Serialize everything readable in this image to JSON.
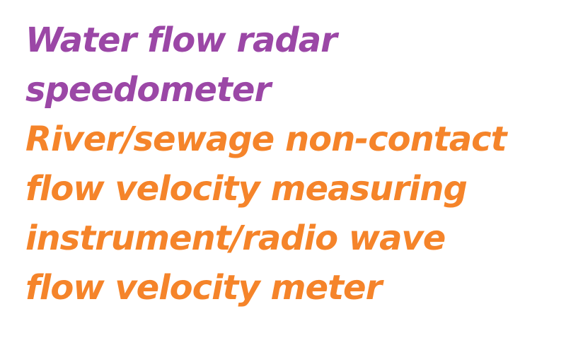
{
  "colors": {
    "title": "#9B47A6",
    "subtitle": "#F5842A"
  },
  "title_lines": [
    "Water flow radar",
    "speedometer"
  ],
  "subtitle_lines": [
    "River/sewage non-contact",
    "flow velocity measuring",
    "instrument/radio wave",
    "flow velocity meter"
  ]
}
